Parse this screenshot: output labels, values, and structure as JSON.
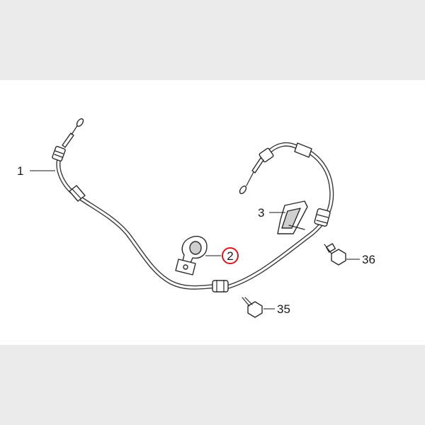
{
  "callouts": {
    "cable": "1",
    "clamp": "2",
    "bracket": "3",
    "bolt_36": "36",
    "bolt_35": "35"
  },
  "colors": {
    "background": "#ebebeb",
    "panel": "#ffffff",
    "line_art": "#2a2a2a",
    "highlight_circle": "#d0191b"
  }
}
